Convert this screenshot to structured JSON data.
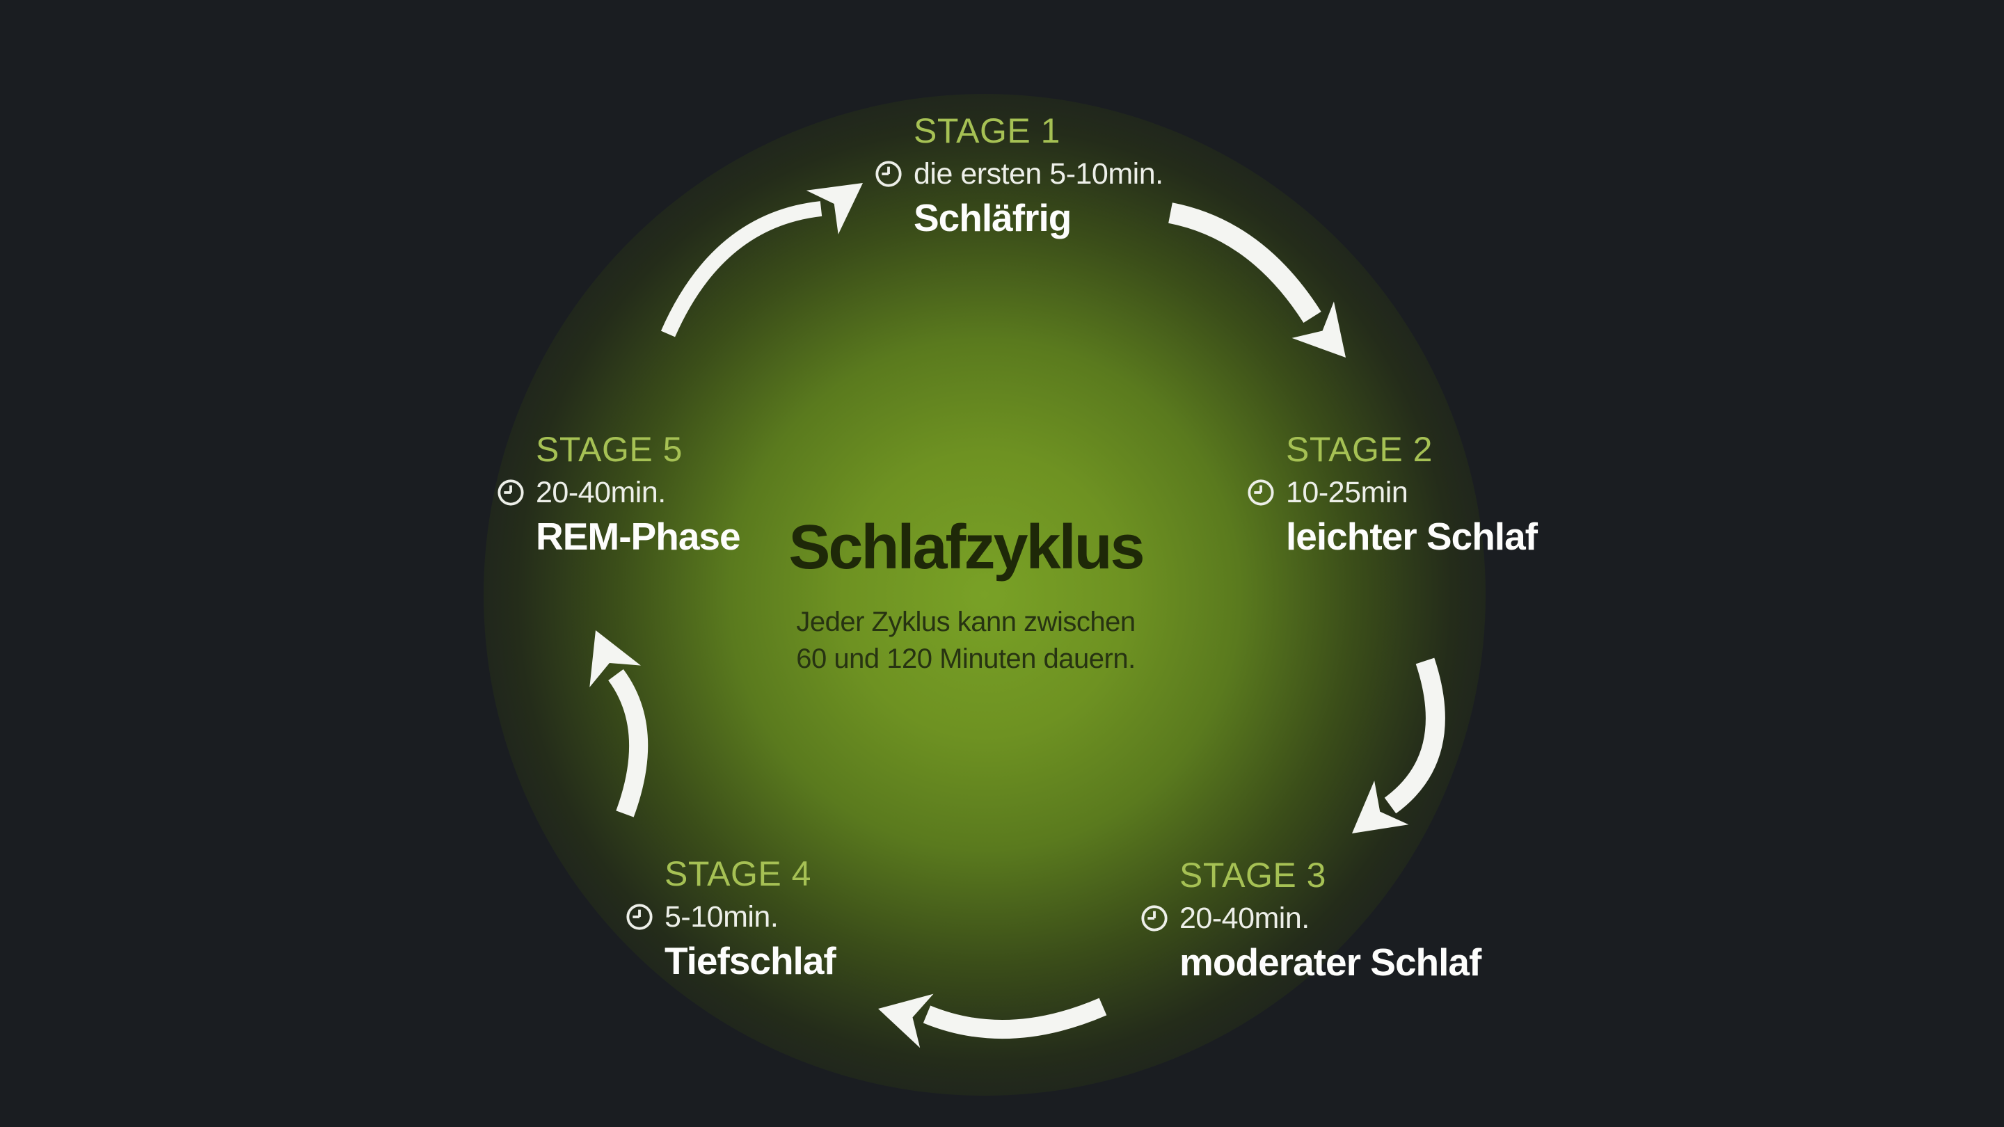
{
  "center": {
    "title": "Schlafzyklus",
    "subtitle_line1": "Jeder Zyklus kann zwischen",
    "subtitle_line2": "60 und 120 Minuten dauern."
  },
  "stages": [
    {
      "label": "STAGE 1",
      "duration": "die ersten 5-10min.",
      "name": "Schläfrig",
      "icon": "clock-icon"
    },
    {
      "label": "STAGE 2",
      "duration": "10-25min",
      "name": "leichter Schlaf",
      "icon": "clock-icon"
    },
    {
      "label": "STAGE 3",
      "duration": "20-40min.",
      "name": "moderater Schlaf",
      "icon": "clock-icon"
    },
    {
      "label": "STAGE 4",
      "duration": "5-10min.",
      "name": "Tiefschlaf",
      "icon": "clock-icon"
    },
    {
      "label": "STAGE 5",
      "duration": "20-40min.",
      "name": "REM-Phase",
      "icon": "clock-icon"
    }
  ],
  "arrows": [
    {
      "name": "arrow-stage5-to-stage1",
      "direction": "up-right"
    },
    {
      "name": "arrow-stage1-to-stage2",
      "direction": "down-right"
    },
    {
      "name": "arrow-stage2-to-stage3",
      "direction": "down-left"
    },
    {
      "name": "arrow-stage3-to-stage4",
      "direction": "left"
    },
    {
      "name": "arrow-stage4-to-stage5",
      "direction": "up"
    }
  ],
  "colors": {
    "background": "#1a1d21",
    "glow_core_green": "#79a126",
    "stage_label_green": "#a6c154",
    "stage_name_white": "#fdfdfc",
    "duration_text": "#edefe9",
    "arrow_white": "#f4f5f2",
    "title_dark": "#1e2808"
  }
}
